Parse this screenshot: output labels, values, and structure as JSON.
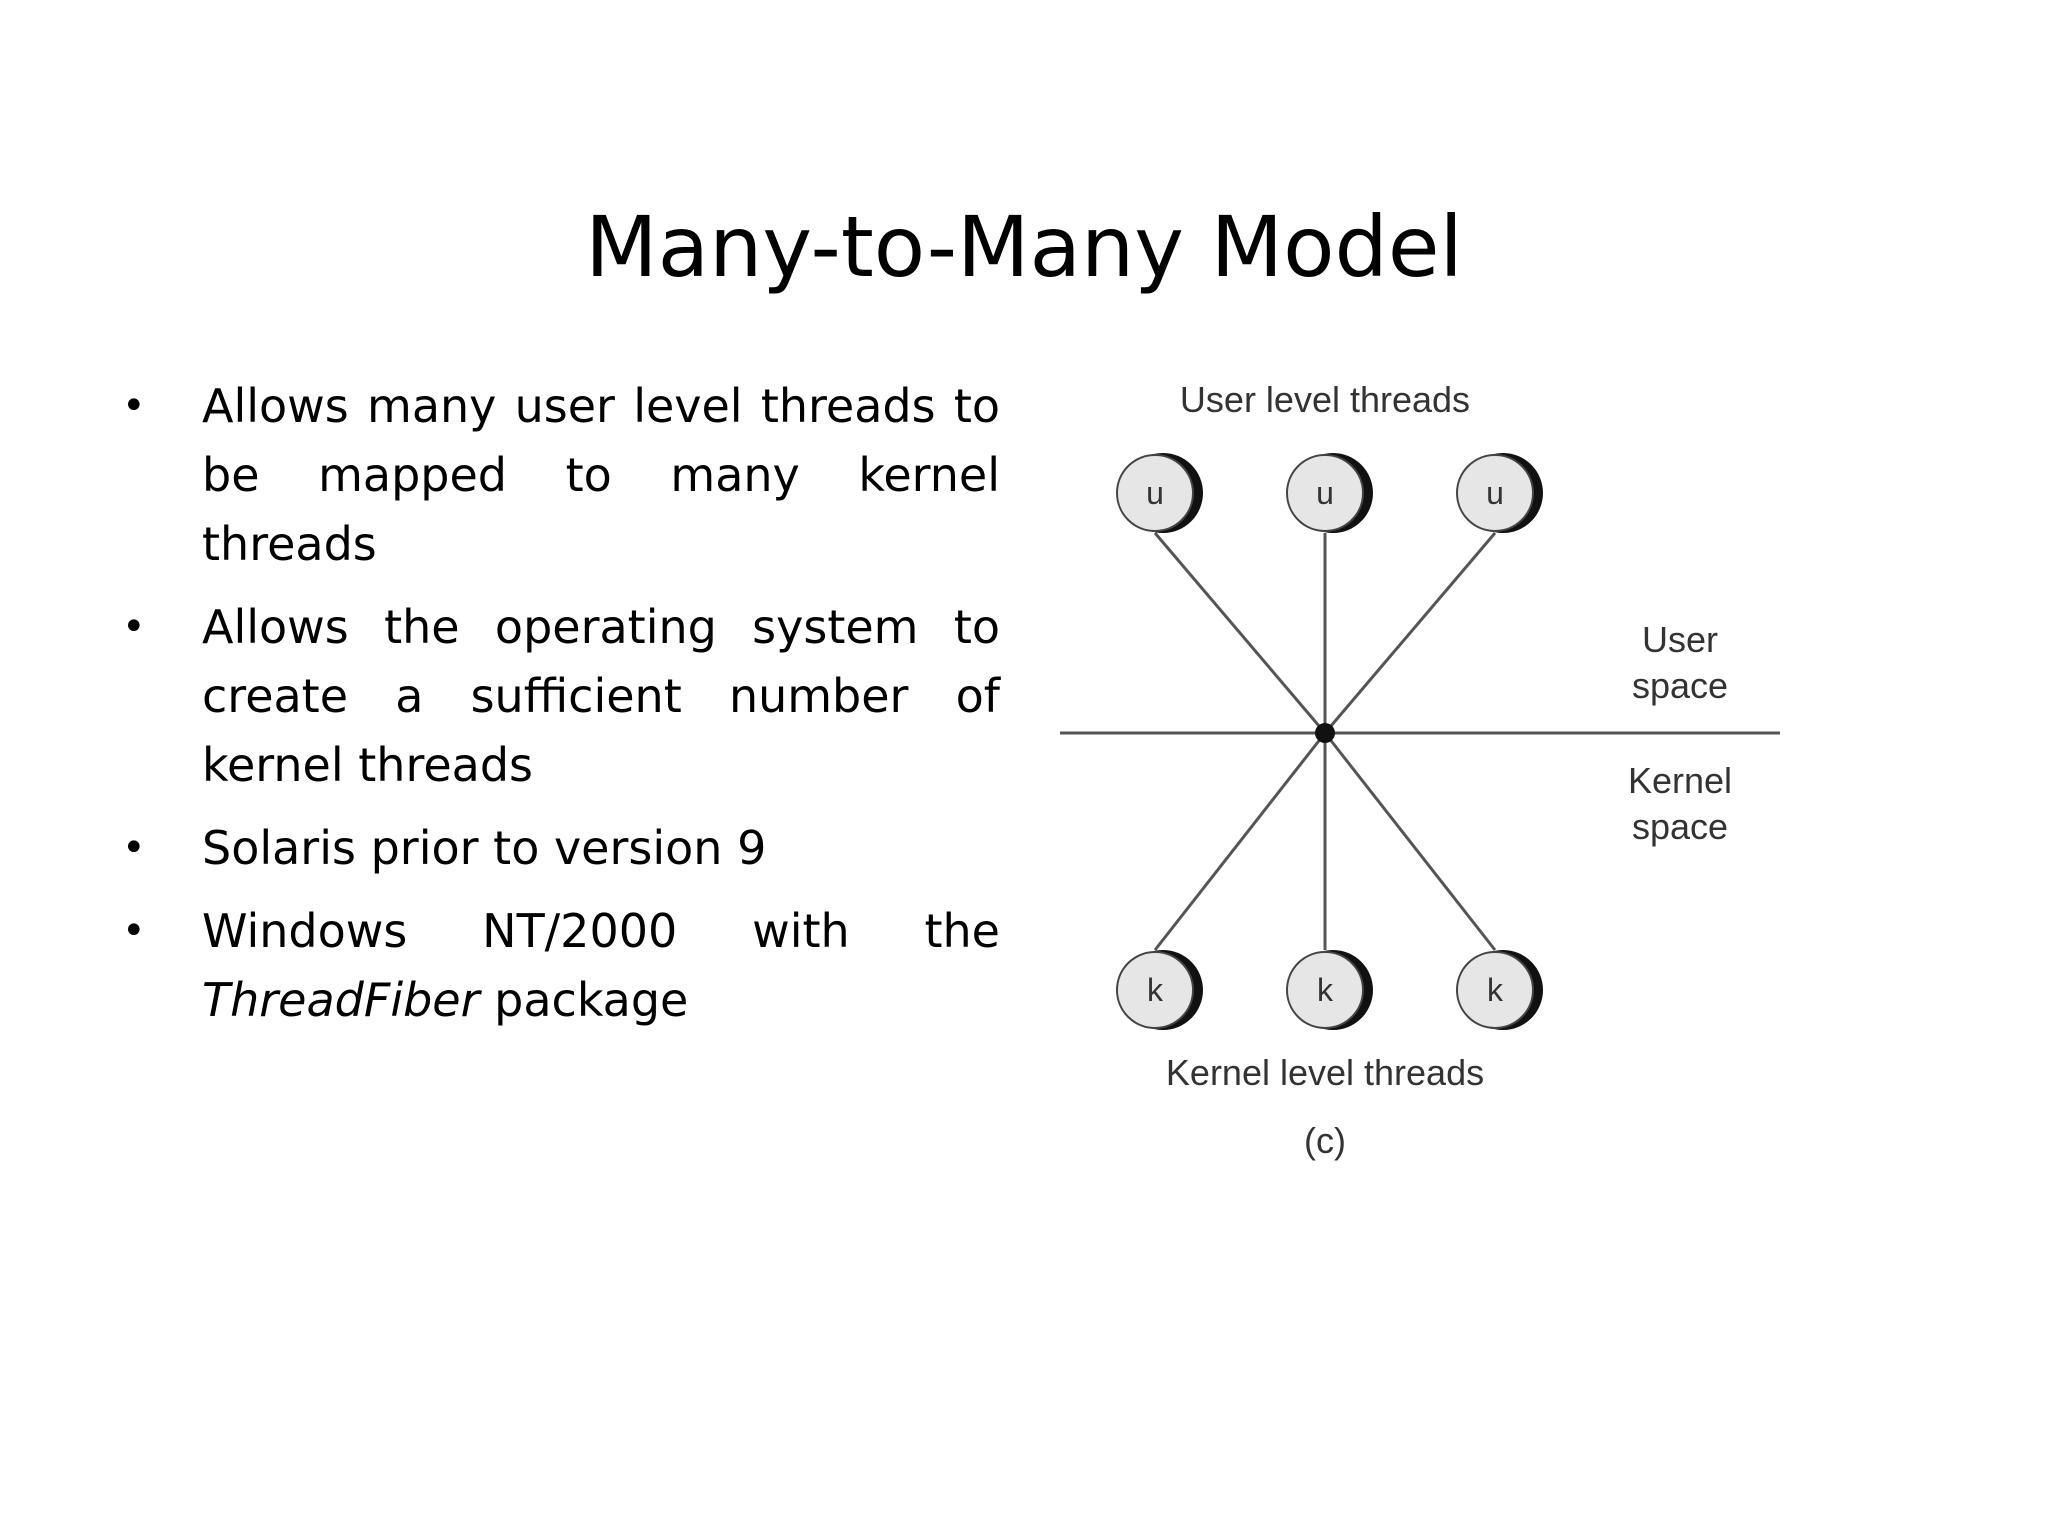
{
  "slide": {
    "title": "Many-to-Many Model",
    "bullets": [
      {
        "text": "Allows many user level threads to be mapped to many kernel threads"
      },
      {
        "text": "Allows the  operating system to create a sufficient number of kernel threads"
      },
      {
        "text": "Solaris prior to version 9"
      },
      {
        "text_before": "Windows NT/2000 with the ",
        "italic": "ThreadFiber",
        "text_after": " package"
      }
    ],
    "bullet_symbol": "•"
  },
  "diagram": {
    "top_label": "User level threads",
    "bottom_label": "Kernel level threads",
    "caption": "(c)",
    "user_space_label": [
      "User",
      "space"
    ],
    "kernel_space_label": [
      "Kernel",
      "space"
    ],
    "user_thread_letter": "u",
    "kernel_thread_letter": "k",
    "user_thread_count": 3,
    "kernel_thread_count": 3,
    "colors": {
      "line": "#555555",
      "circle_fill": "#e6e6e6",
      "circle_shadow": "#111111",
      "label": "#333333"
    }
  }
}
